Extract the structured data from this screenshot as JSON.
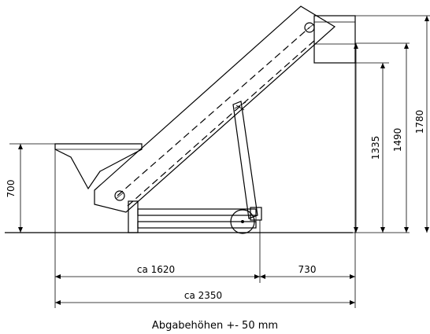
{
  "drawing": {
    "dimensions": {
      "hopper_height": "700",
      "height_1": "1335",
      "height_2": "1490",
      "height_3": "1780",
      "length_main": "ca 1620",
      "length_offset": "730",
      "length_total": "ca 2350"
    },
    "caption": "Abgabehöhen +- 50 mm"
  }
}
